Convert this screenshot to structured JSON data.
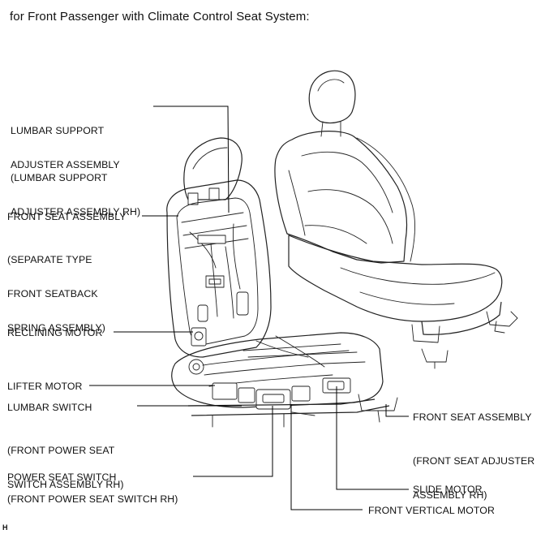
{
  "title": "for Front Passenger with Climate Control Seat System:",
  "figure_code": "H",
  "labels": {
    "lumbar_support_line1": "LUMBAR SUPPORT",
    "lumbar_support_line2": "ADJUSTER ASSEMBLY",
    "lumbar_support_rh_line1": "(LUMBAR SUPPORT",
    "lumbar_support_rh_line2": "ADJUSTER ASSEMBLY RH)",
    "front_seat_assembly": "FRONT SEAT ASSEMBLY",
    "separate_type_line1": "(SEPARATE TYPE",
    "separate_type_line2": "FRONT SEATBACK",
    "separate_type_line3": "SPRING ASSEMBLY)",
    "reclining_motor": "RECLINING MOTOR",
    "lifter_motor": "LIFTER MOTOR",
    "lumbar_switch": "LUMBAR SWITCH",
    "front_power_seat_switch_rh_line1": "(FRONT POWER SEAT",
    "front_power_seat_switch_rh_line2": "SWITCH ASSEMBLY RH)",
    "power_seat_switch": "POWER SEAT SWITCH",
    "power_seat_switch_rh": "(FRONT POWER SEAT SWITCH RH)",
    "front_seat_assembly_right": "FRONT SEAT ASSEMBLY",
    "front_seat_adjuster_line1": "(FRONT SEAT ADJUSTER",
    "front_seat_adjuster_line2": "ASSEMBLY RH)",
    "slide_motor": "SLIDE MOTOR",
    "front_vertical_motor": "FRONT VERTICAL MOTOR"
  }
}
